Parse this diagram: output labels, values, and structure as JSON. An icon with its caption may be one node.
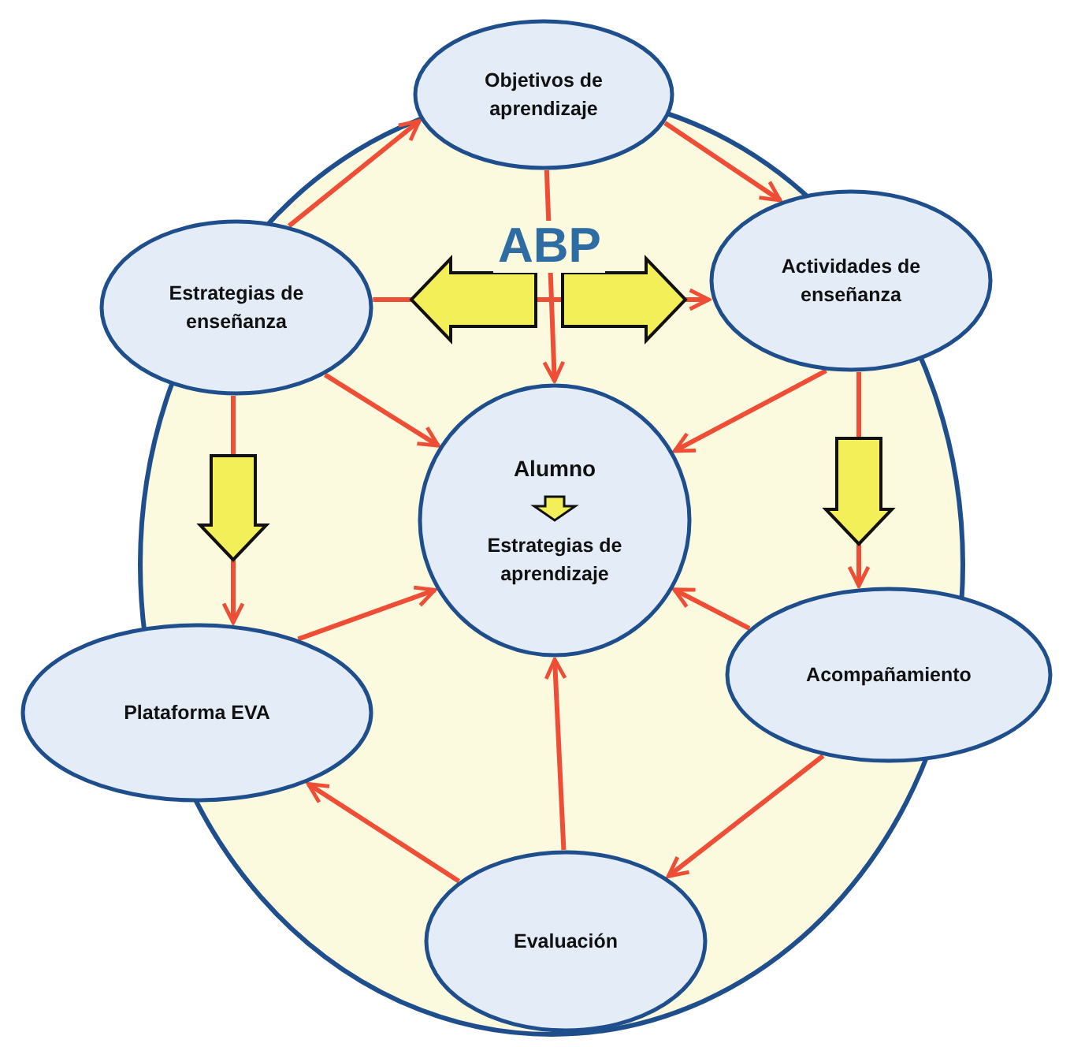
{
  "diagram": {
    "nodes": [
      {
        "text": [
          "Objetivos de aprendizaje"
        ]
      },
      {
        "text": [
          "Estrategias de enseñanza"
        ]
      },
      {
        "text": [
          "Actividades de enseñanza"
        ]
      },
      {
        "text": [
          "Alumno",
          "Estrategias de aprendizaje"
        ]
      },
      {
        "text": [
          "Plataforma EVA"
        ]
      },
      {
        "text": [
          "Acompañamiento"
        ]
      },
      {
        "text": [
          "Evaluación"
        ]
      }
    ],
    "edges": [
      {
        "from": 1,
        "to": 0,
        "arrow": "to"
      },
      {
        "from": 0,
        "to": 2,
        "arrow": "to"
      },
      {
        "from": 0,
        "to": 3,
        "arrow": "to"
      },
      {
        "from": 1,
        "to": 2,
        "arrow": "to"
      },
      {
        "from": 1,
        "to": 3,
        "arrow": "to"
      },
      {
        "from": 2,
        "to": 3,
        "arrow": "to"
      },
      {
        "from": 2,
        "to": 5,
        "arrow": "to"
      },
      {
        "from": 1,
        "to": 4,
        "arrow": "to"
      },
      {
        "from": 4,
        "to": 3,
        "arrow": "to"
      },
      {
        "from": 5,
        "to": 3,
        "arrow": "to"
      },
      {
        "from": 5,
        "to": 6,
        "arrow": "to"
      },
      {
        "from": 6,
        "to": 4,
        "arrow": "to"
      },
      {
        "from": 6,
        "to": 3,
        "arrow": "to"
      }
    ],
    "labels": [
      "ABP"
    ]
  }
}
